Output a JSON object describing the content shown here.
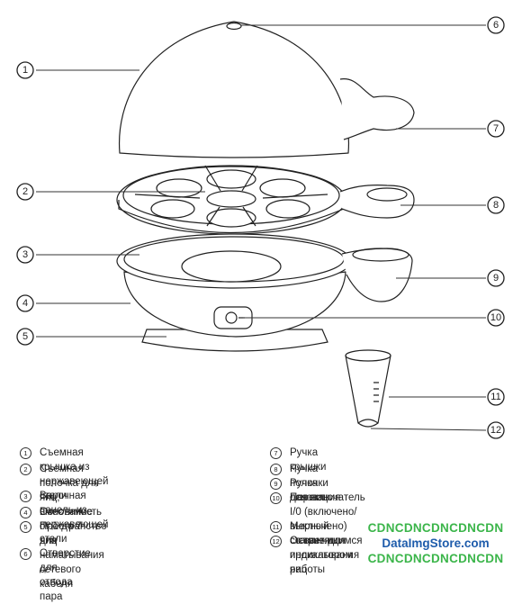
{
  "callout_numbers": [
    "1",
    "2",
    "3",
    "4",
    "5",
    "6",
    "7",
    "8",
    "9",
    "10",
    "11",
    "12"
  ],
  "legend": {
    "left": [
      {
        "num": "1",
        "text": "Съемная крышка из нержавеющей стали"
      },
      {
        "num": "2",
        "text": "Съемная полочка для яиц,\nвместимость от 1 до 7 яиц"
      },
      {
        "num": "3",
        "text": "Варочная панель из нержавеющей стали"
      },
      {
        "num": "4",
        "text": "Основание"
      },
      {
        "num": "5",
        "text": "Пространство для наматывания сетевого\nкабеля"
      },
      {
        "num": "6",
        "text": "Отверстие для отвода пара"
      }
    ],
    "right": [
      {
        "num": "7",
        "text": "Ручка крышки"
      },
      {
        "num": "8",
        "text": "Ручка полочки для яиц"
      },
      {
        "num": "9",
        "text": "Ручка основания"
      },
      {
        "num": "10",
        "text": "Переключатель I/0 (включено/выключено)\nсо светящимся индикатором работы"
      },
      {
        "num": "11",
        "text": "Мерный стаканчик"
      },
      {
        "num": "12",
        "text": "Острие для прокалывания яиц"
      }
    ]
  },
  "watermark": {
    "line1": "CDNCDNCDNCDNCDN",
    "line2": "DataImgStore.com",
    "line3": "CDNCDNCDNCDNCDN"
  }
}
